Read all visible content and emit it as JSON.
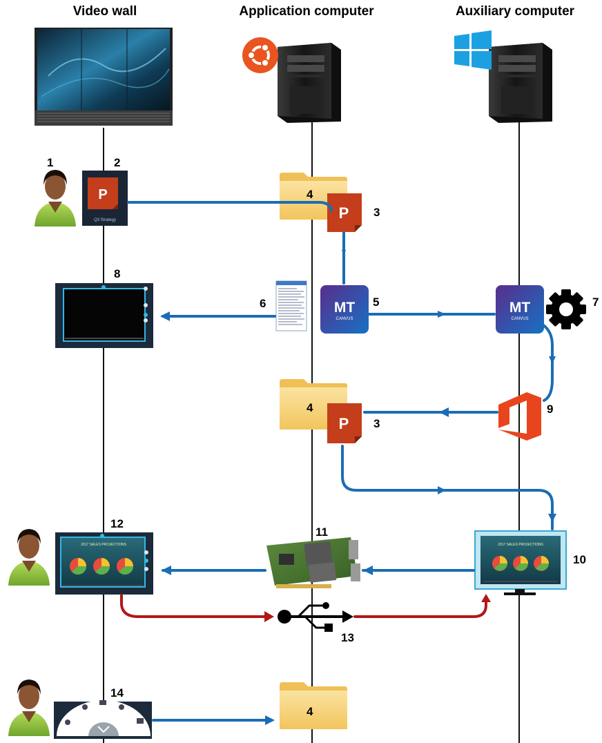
{
  "columns": {
    "video_wall": "Video wall",
    "application_computer": "Application computer",
    "auxiliary_computer": "Auxiliary computer"
  },
  "step_numbers": [
    "1",
    "2",
    "3",
    "4",
    "5",
    "6",
    "7",
    "8",
    "9",
    "10",
    "11",
    "12",
    "13",
    "14"
  ],
  "icons": {
    "p_letter": "P",
    "mt": "MT",
    "canvus": "CANVUS",
    "slide_caption": "Q3 Strategy",
    "screen_title": "2017 SALES PROJECTIONS"
  },
  "colors": {
    "blue_arrow": "#1a6db5",
    "red_arrow": "#b01818",
    "lifeline": "#111111",
    "powerpoint": "#c43e1c",
    "canvus_gradient_start": "#5a2d8c",
    "canvus_gradient_end": "#1572c4",
    "office": "#e8451e",
    "windows": "#1ba1e2",
    "ubuntu": "#e95420",
    "folder": "#f8cf6e"
  }
}
